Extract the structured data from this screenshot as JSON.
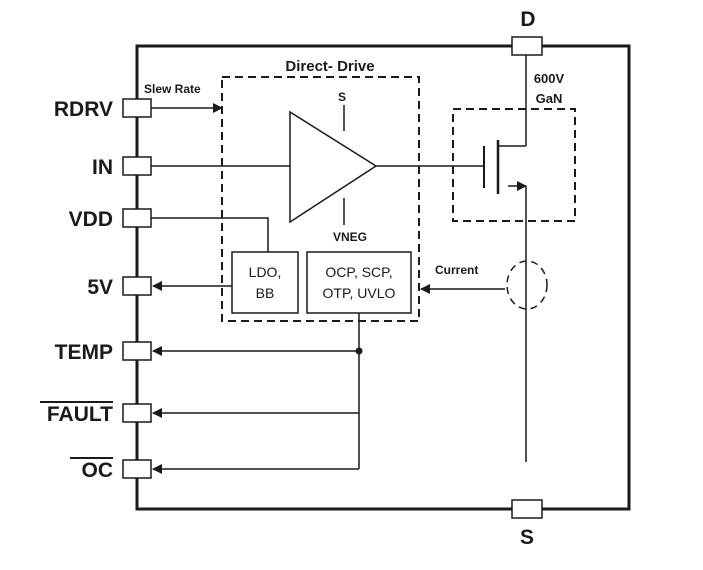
{
  "pins": {
    "left": [
      "RDRV",
      "IN",
      "VDD",
      "5V",
      "TEMP",
      "FAULT",
      "OC"
    ],
    "top": "D",
    "bottom": "S"
  },
  "labels": {
    "slew_rate": "Slew Rate",
    "direct_drive": "Direct- Drive",
    "s_node": "S",
    "vneg": "VNEG",
    "gan_voltage": "600V",
    "gan": "GaN",
    "current": "Current"
  },
  "blocks": {
    "ldo": [
      "LDO,",
      "BB"
    ],
    "protection": [
      "OCP, SCP,",
      "OTP, UVLO"
    ]
  },
  "colors": {
    "line": "#1a1a1a",
    "background": "#ffffff"
  }
}
